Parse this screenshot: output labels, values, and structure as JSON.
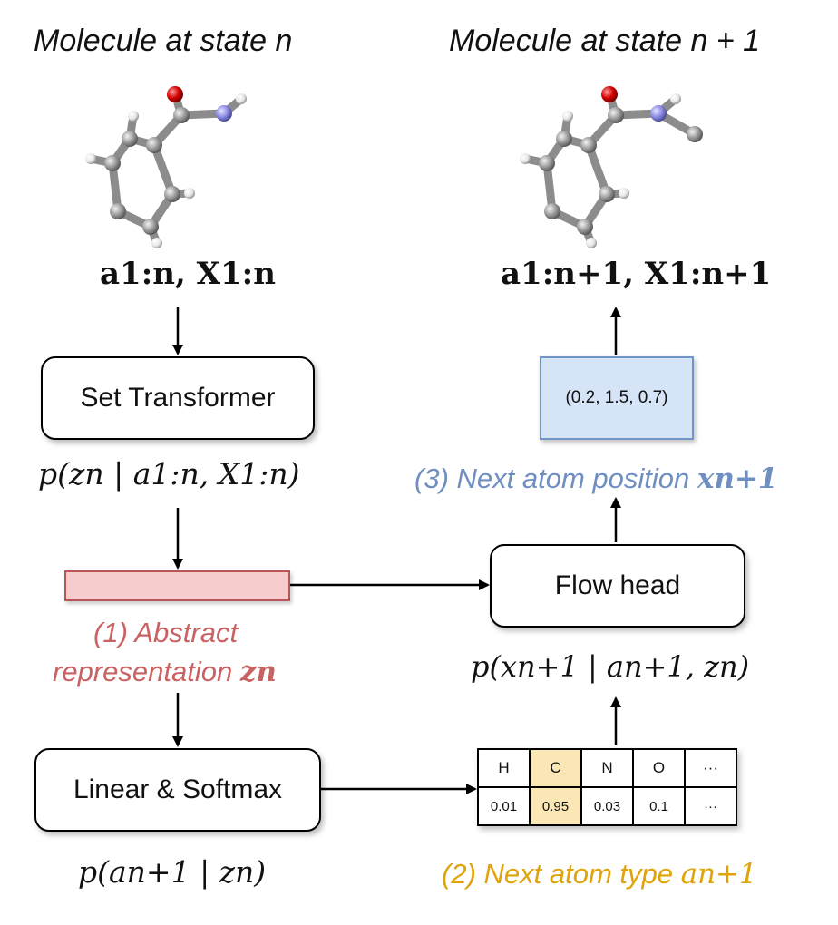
{
  "titles": {
    "left": "Molecule at state n",
    "right": "Molecule at state n + 1"
  },
  "math": {
    "input_set": "a1:n, X1:n",
    "output_set": "a1:n+1, X1:n+1",
    "posterior": "p(zn | a1:n, X1:n)",
    "position_dist": "p(xn+1 | an+1, zn)",
    "type_dist": "p(an+1 | zn)"
  },
  "boxes": {
    "set_transformer": "Set Transformer",
    "flow_head": "Flow head",
    "linear_softmax": "Linear & Softmax",
    "position_value": "(0.2, 1.5, 0.7)"
  },
  "captions": {
    "abstract_line1": "(1) Abstract",
    "abstract_line2": "representation",
    "abstract_symbol": "zn",
    "next_position": "(3) Next atom position",
    "next_position_symbol": "xn+1",
    "next_type": "(2) Next atom type",
    "next_type_symbol": "an+1"
  },
  "atom_table": {
    "symbols": [
      "H",
      "C",
      "N",
      "O",
      "···"
    ],
    "probs": [
      "0.01",
      "0.95",
      "0.03",
      "0.1",
      "···"
    ],
    "highlight_index": 1
  },
  "colors": {
    "abstract_red": "#c96262",
    "position_blue": "#6f8fc1",
    "type_gold": "#e0a30a",
    "z_bar_fill": "#f7cccc",
    "pos_box_fill": "#d6e4f7",
    "highlight_cell": "#fbe7b5",
    "carbon": "#9a9a9a",
    "hydrogen": "#f2f2f2",
    "oxygen": "#d40000",
    "nitrogen": "#8a8ae6"
  }
}
